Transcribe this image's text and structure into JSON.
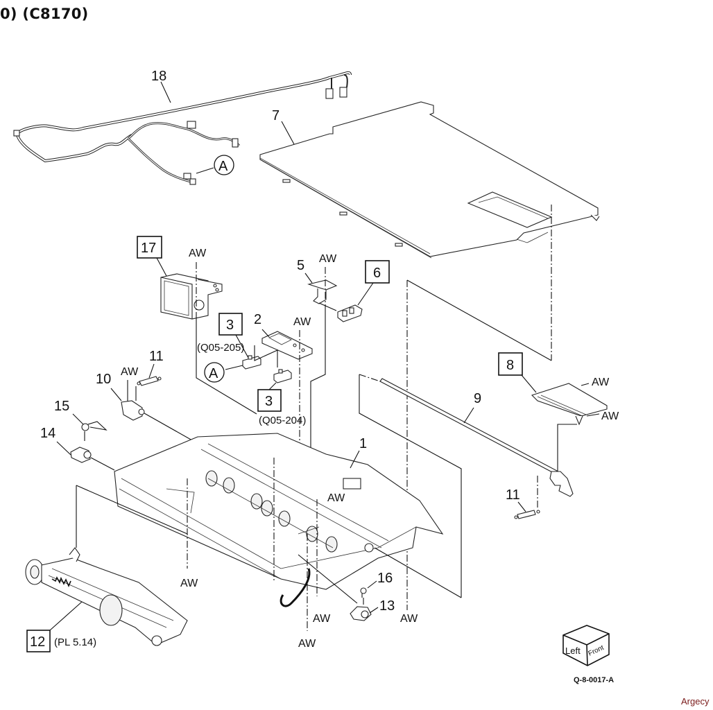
{
  "title": "0) (C8170)",
  "diagram_id": "Q-8-0017-A",
  "watermark": "Argecy",
  "orientation_cube": {
    "left_face": "Left",
    "front_face": "Front"
  },
  "callouts": [
    {
      "id": "1",
      "boxed": false
    },
    {
      "id": "2",
      "boxed": false
    },
    {
      "id": "3",
      "boxed": true,
      "ref": "(Q05-205)"
    },
    {
      "id": "3",
      "boxed": true,
      "ref": "(Q05-204)"
    },
    {
      "id": "5",
      "boxed": false
    },
    {
      "id": "6",
      "boxed": true
    },
    {
      "id": "7",
      "boxed": false
    },
    {
      "id": "8",
      "boxed": true
    },
    {
      "id": "9",
      "boxed": false
    },
    {
      "id": "10",
      "boxed": false
    },
    {
      "id": "11",
      "boxed": false
    },
    {
      "id": "11",
      "boxed": false
    },
    {
      "id": "12",
      "boxed": true,
      "ref": "(PL 5.14)"
    },
    {
      "id": "13",
      "boxed": true
    },
    {
      "id": "14",
      "boxed": false
    },
    {
      "id": "15",
      "boxed": false
    },
    {
      "id": "16",
      "boxed": false
    },
    {
      "id": "17",
      "boxed": false
    },
    {
      "id": "18",
      "boxed": false
    }
  ],
  "connector_ref": "A",
  "screw_label": "AW"
}
